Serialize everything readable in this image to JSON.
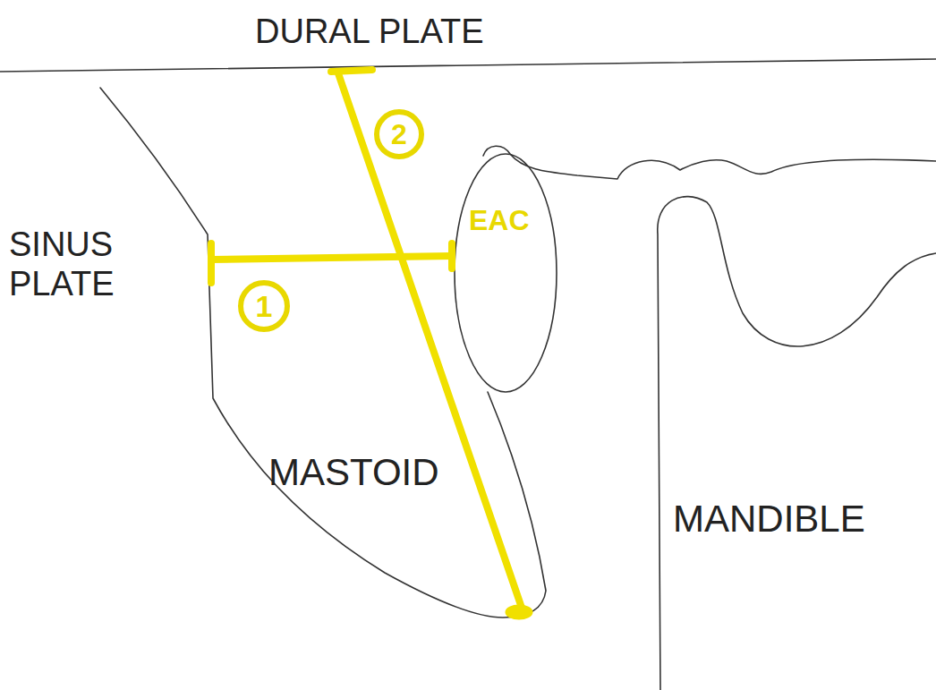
{
  "diagram": {
    "nodes": [
      {
        "text": [
          "2"
        ]
      },
      {
        "text": [
          "1"
        ]
      }
    ],
    "labels": [
      "DURAL PLATE",
      "SINUS PLATE",
      "EAC",
      "MASTOID",
      "MANDIBLE"
    ]
  }
}
